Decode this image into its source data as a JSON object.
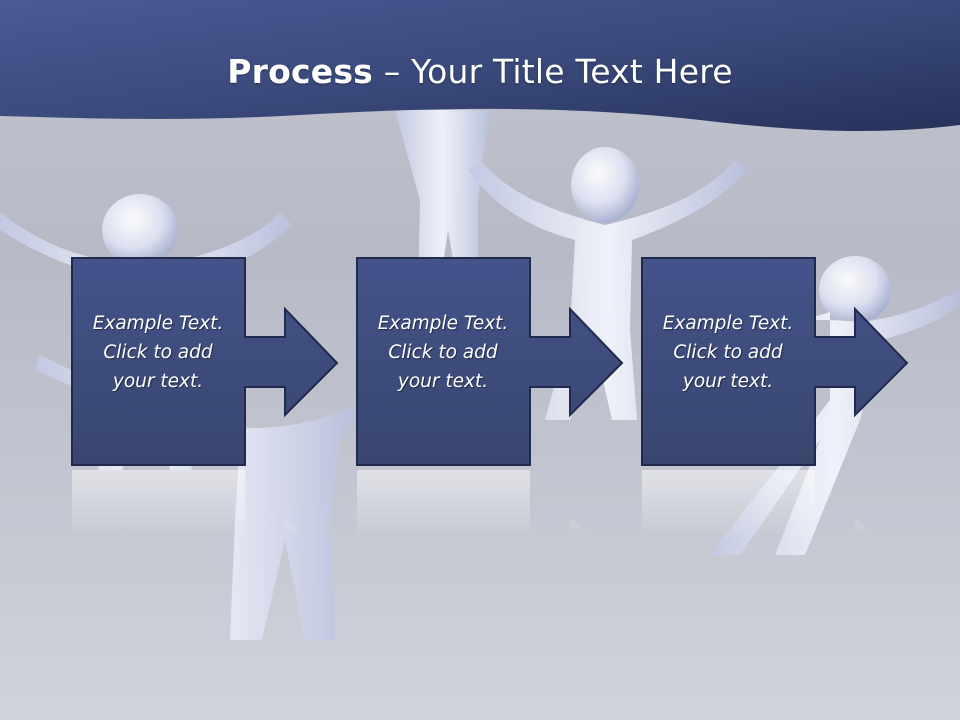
{
  "slide": {
    "title_bold": "Process",
    "title_rest": " – Your Title Text Here"
  },
  "steps": [
    {
      "line1": "Example Text.",
      "line2": "Click  to add",
      "line3": "your text."
    },
    {
      "line1": "Example Text.",
      "line2": "Click  to add",
      "line3": "your text."
    },
    {
      "line1": "Example Text.",
      "line2": "Click  to add",
      "line3": "your text."
    }
  ],
  "colors": {
    "header": "#3a4a7c",
    "box_fill": "#3d4b78",
    "box_border": "#1f2a4d",
    "background": "#c2c5cf"
  }
}
